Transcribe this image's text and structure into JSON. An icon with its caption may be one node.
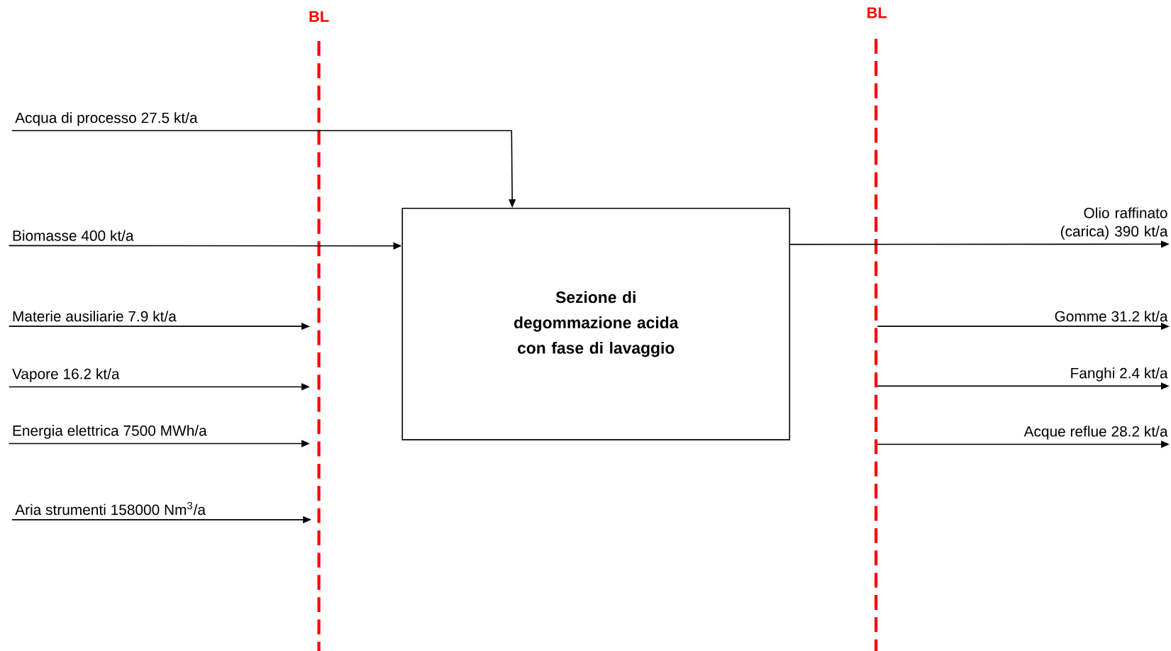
{
  "diagram": {
    "nodes": [
      {
        "text": [
          "Sezione di degommazione acida con fase di lavaggio"
        ]
      },
      {
        "text": [
          "Acqua di processo 27.5 kt/a"
        ]
      },
      {
        "text": [
          "Biomasse 400 kt/a"
        ]
      },
      {
        "text": [
          "Materie ausiliarie 7.9 kt/a"
        ]
      },
      {
        "text": [
          "Vapore 16.2 kt/a"
        ]
      },
      {
        "text": [
          "Energia elettrica 7500 MWh/a"
        ]
      },
      {
        "text": [
          "Aria strumenti 158000 Nm$^{3}$/a"
        ]
      },
      {
        "text": [
          "Olio raffinato (carica) 390 kt/a"
        ]
      },
      {
        "text": [
          "Gomme 31.2 kt/a"
        ]
      },
      {
        "text": [
          "Fanghi 2.4 kt/a"
        ]
      },
      {
        "text": [
          "Acque reflue 28.2 kt/a"
        ]
      }
    ],
    "edges": [
      {
        "from": 1,
        "to": 0,
        "arrow": "to"
      },
      {
        "from": 2,
        "to": 0,
        "arrow": "to"
      },
      {
        "from": 3,
        "to": null,
        "arrow": "to"
      },
      {
        "from": 4,
        "to": null,
        "arrow": "to"
      },
      {
        "from": 5,
        "to": null,
        "arrow": "to"
      },
      {
        "from": 6,
        "to": null,
        "arrow": "to"
      },
      {
        "from": 0,
        "to": 7,
        "arrow": "to"
      },
      {
        "from": null,
        "to": 8,
        "arrow": "to"
      },
      {
        "from": null,
        "to": 9,
        "arrow": "to"
      },
      {
        "from": null,
        "to": 10,
        "arrow": "to"
      }
    ],
    "labels": [
      "BL",
      "BL"
    ]
  }
}
